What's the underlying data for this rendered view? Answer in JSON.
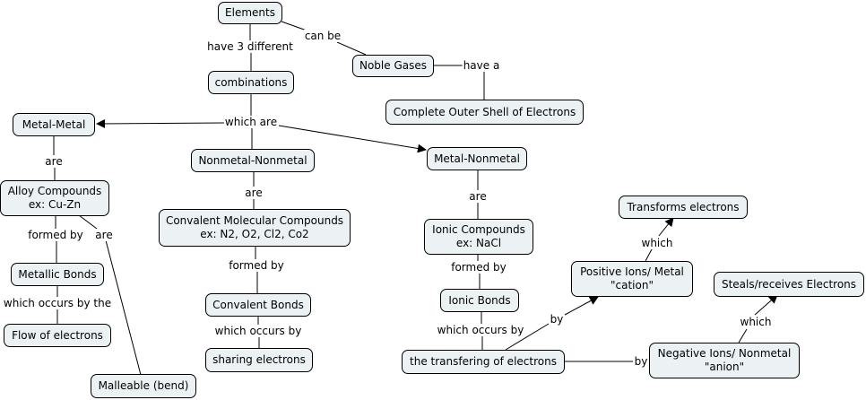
{
  "concept_map": {
    "nodes": {
      "elements": "Elements",
      "noble_gases": "Noble Gases",
      "complete_outer_shell": "Complete Outer Shell of Electrons",
      "combinations": "combinations",
      "metal_metal": "Metal-Metal",
      "nonmetal_nonmetal": "Nonmetal-Nonmetal",
      "metal_nonmetal": "Metal-Nonmetal",
      "alloy_compounds": "Alloy Compounds\nex: Cu-Zn",
      "convalent_molecular": "Convalent Molecular Compounds\nex: N2, O2, Cl2, Co2",
      "ionic_compounds": "Ionic Compounds\nex: NaCl",
      "metallic_bonds": "Metallic Bonds",
      "flow_of_electrons": "Flow of electrons",
      "malleable": "Malleable (bend)",
      "convalent_bonds": "Convalent Bonds",
      "sharing_electrons": "sharing electrons",
      "ionic_bonds": "Ionic Bonds",
      "transfering_electrons": "the transfering of electrons",
      "positive_ions": "Positive Ions/ Metal\n\"cation\"",
      "transforms_electrons": "Transforms electrons",
      "negative_ions": "Negative Ions/ Nonmetal\n\"anion\"",
      "steals_receives": "Steals/receives Electrons"
    },
    "link_labels": {
      "can_be": "can be",
      "have_3_different": "have 3 different",
      "have_a": "have a",
      "which_are": "which are",
      "are_mm": "are",
      "are_nn": "are",
      "are_mn": "are",
      "formed_by_alloy": "formed by",
      "are_alloy": "are",
      "formed_by_conv": "formed by",
      "formed_by_ionic": "formed by",
      "which_occurs_by_the": "which occurs by the",
      "which_occurs_by_conv": "which occurs by",
      "which_occurs_by_ionic": "which occurs by",
      "by_positive": "by",
      "by_negative": "by",
      "which_positive": "which",
      "which_negative": "which"
    },
    "colors": {
      "node_fill": "#ecf2f4",
      "stroke": "#000000"
    }
  }
}
